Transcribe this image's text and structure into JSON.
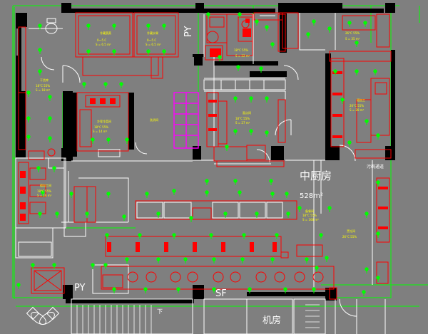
{
  "title_main": "中厨房",
  "area_text": "528m²",
  "symbols": {
    "py_upper": "PY",
    "py_lower": "PY",
    "sf": "SF",
    "machine_room": "机房",
    "stair_arrow": "下",
    "corridor_label": "污碗通道"
  },
  "colors": {
    "background": "#7f7f7f",
    "wall": "#000000",
    "outline": "#00ff00",
    "equipment": "#ff0000",
    "lines": "#ffffff",
    "marker": "#00ff00",
    "magenta": "#ff00ff",
    "label": "#ffff00"
  }
}
